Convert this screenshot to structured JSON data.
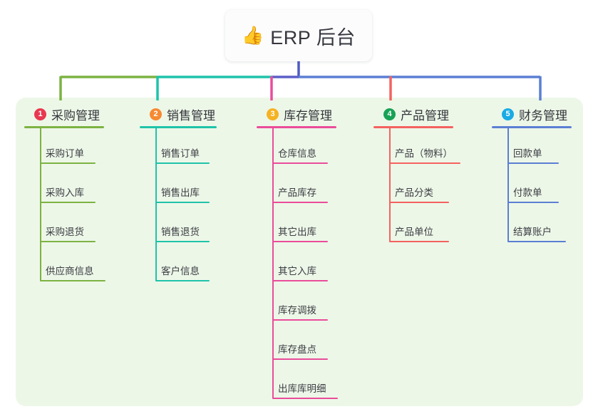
{
  "diagram": {
    "type": "mind-map",
    "title": "ERP 后台",
    "background_color": "#ffffff",
    "panel_color": "#edf7e8"
  },
  "root": {
    "icon": "thumbs-up-icon",
    "emoji": "👍",
    "label": "ERP 后台"
  },
  "branches": [
    {
      "number": "1",
      "label": "采购管理",
      "color": "#7cb342",
      "badge_color": "#e8384f",
      "leaves": [
        {
          "label": "采购订单"
        },
        {
          "label": "采购入库"
        },
        {
          "label": "采购退货"
        },
        {
          "label": "供应商信息"
        }
      ]
    },
    {
      "number": "2",
      "label": "销售管理",
      "color": "#1fc3aa",
      "badge_color": "#f68a32",
      "leaves": [
        {
          "label": "销售订单"
        },
        {
          "label": "销售出库"
        },
        {
          "label": "销售退货"
        },
        {
          "label": "客户信息"
        }
      ]
    },
    {
      "number": "3",
      "label": "库存管理",
      "color": "#ea4c9a",
      "badge_color": "#f5b223",
      "leaves": [
        {
          "label": "仓库信息"
        },
        {
          "label": "产品库存"
        },
        {
          "label": "其它出库"
        },
        {
          "label": "其它入库"
        },
        {
          "label": "库存调拨"
        },
        {
          "label": "库存盘点"
        },
        {
          "label": "出库库明细"
        }
      ]
    },
    {
      "number": "4",
      "label": "产品管理",
      "color": "#f4625f",
      "badge_color": "#17a255",
      "leaves": [
        {
          "label": "产品（物料）"
        },
        {
          "label": "产品分类"
        },
        {
          "label": "产品单位"
        }
      ]
    },
    {
      "number": "5",
      "label": "财务管理",
      "color": "#5b7fd4",
      "badge_color": "#1aabe5",
      "leaves": [
        {
          "label": "回款单"
        },
        {
          "label": "付款单"
        },
        {
          "label": "结算账户"
        }
      ]
    }
  ],
  "connector": {
    "trunk_color": "#4f5bc4",
    "bus_segments": [
      {
        "color": "#7cb342"
      },
      {
        "color": "#1fc3aa"
      },
      {
        "color": "#5b5fc7"
      },
      {
        "color": "#5b7fd4"
      }
    ]
  }
}
